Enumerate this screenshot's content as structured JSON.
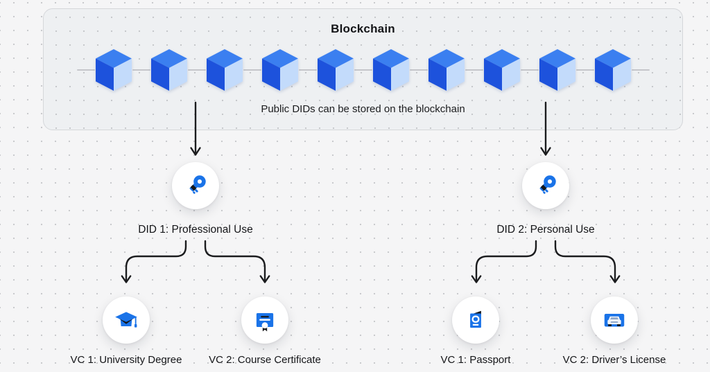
{
  "blockchain": {
    "title": "Blockchain",
    "caption": "Public DIDs can be stored on the blockchain",
    "block_count": 10
  },
  "dids": [
    {
      "id": "did-1",
      "label": "DID 1: Professional Use",
      "icon": "key-icon",
      "credentials": [
        {
          "label": "VC 1: University Degree",
          "icon": "graduation-cap-icon"
        },
        {
          "label": "VC 2: Course Certificate",
          "icon": "certificate-icon"
        }
      ]
    },
    {
      "id": "did-2",
      "label": "DID 2: Personal Use",
      "icon": "key-icon",
      "credentials": [
        {
          "label": "VC 1: Passport",
          "icon": "passport-icon"
        },
        {
          "label": "VC 2: Driver’s License",
          "icon": "drivers-license-icon"
        }
      ]
    }
  ],
  "colors": {
    "background": "#f5f5f6",
    "box_background": "#eef0f2",
    "box_border": "#d5d7da",
    "cube_top": "#3b7ff0",
    "cube_left": "#1d52dc",
    "cube_right": "#c3dbfb",
    "icon_blue": "#1a73e8",
    "icon_dark": "#15171a",
    "arrow": "#1b1c1e",
    "dash": "#c5c6ca"
  }
}
